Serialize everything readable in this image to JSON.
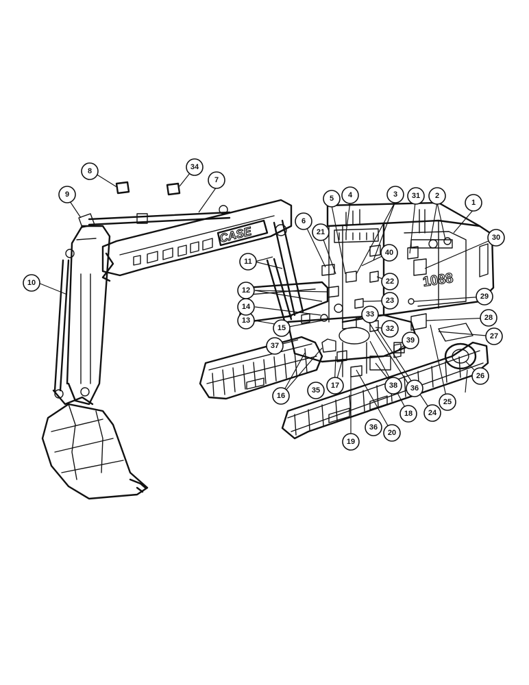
{
  "machine": {
    "brand_decal": "CASE",
    "model_decal": "1088"
  },
  "callouts": [
    {
      "id": "c1",
      "label": "1"
    },
    {
      "id": "c2",
      "label": "2"
    },
    {
      "id": "c3",
      "label": "3"
    },
    {
      "id": "c4",
      "label": "4"
    },
    {
      "id": "c5",
      "label": "5"
    },
    {
      "id": "c6",
      "label": "6"
    },
    {
      "id": "c7",
      "label": "7"
    },
    {
      "id": "c8",
      "label": "8"
    },
    {
      "id": "c9",
      "label": "9"
    },
    {
      "id": "c10",
      "label": "10"
    },
    {
      "id": "c11",
      "label": "11"
    },
    {
      "id": "c12",
      "label": "12"
    },
    {
      "id": "c13",
      "label": "13"
    },
    {
      "id": "c14",
      "label": "14"
    },
    {
      "id": "c15",
      "label": "15"
    },
    {
      "id": "c16",
      "label": "16"
    },
    {
      "id": "c17",
      "label": "17"
    },
    {
      "id": "c18",
      "label": "18"
    },
    {
      "id": "c19",
      "label": "19"
    },
    {
      "id": "c20",
      "label": "20"
    },
    {
      "id": "c21",
      "label": "21"
    },
    {
      "id": "c22",
      "label": "22"
    },
    {
      "id": "c23",
      "label": "23"
    },
    {
      "id": "c24",
      "label": "24"
    },
    {
      "id": "c25",
      "label": "25"
    },
    {
      "id": "c26",
      "label": "26"
    },
    {
      "id": "c27",
      "label": "27"
    },
    {
      "id": "c28",
      "label": "28"
    },
    {
      "id": "c29",
      "label": "29"
    },
    {
      "id": "c30",
      "label": "30"
    },
    {
      "id": "c31",
      "label": "31"
    },
    {
      "id": "c32",
      "label": "32"
    },
    {
      "id": "c33",
      "label": "33"
    },
    {
      "id": "c34",
      "label": "34"
    },
    {
      "id": "c35",
      "label": "35"
    },
    {
      "id": "c36a",
      "label": "36"
    },
    {
      "id": "c36b",
      "label": "36"
    },
    {
      "id": "c37",
      "label": "37"
    },
    {
      "id": "c38",
      "label": "38"
    },
    {
      "id": "c39",
      "label": "39"
    },
    {
      "id": "c40",
      "label": "40"
    }
  ]
}
